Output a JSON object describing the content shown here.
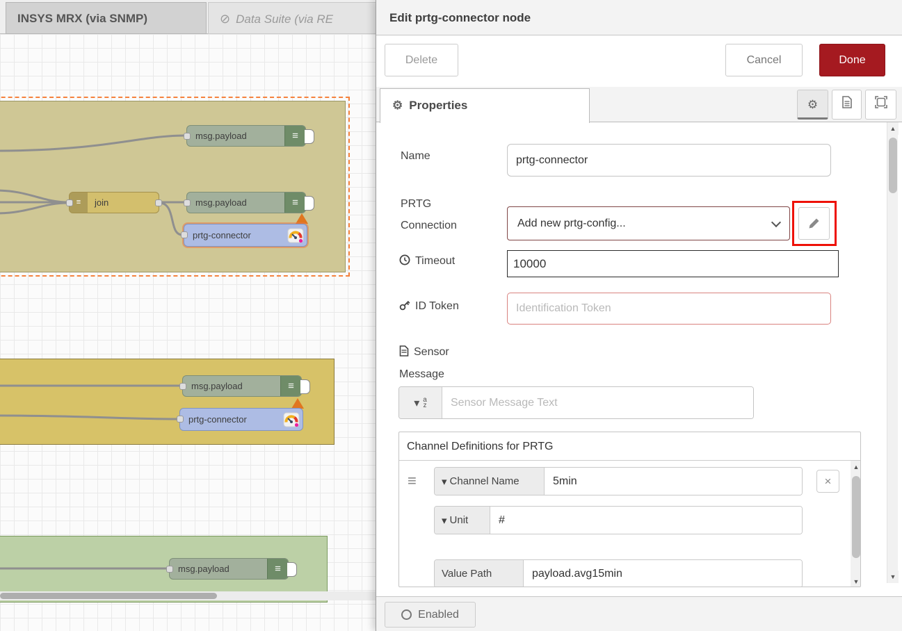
{
  "colors": {
    "done_red": "#a51a20",
    "annotation_red": "#ee1107",
    "group_olive": "#cfc795",
    "group_yellow": "#d7c268",
    "group_green": "#bcd0a6",
    "node_debug": "#a2b09c",
    "node_join": "#d3bf6d",
    "node_prtg": "#adbce4",
    "selection_dash": "#f5823d"
  },
  "workspace": {
    "tabs": [
      {
        "label": "INSYS MRX (via SNMP)"
      },
      {
        "label": "Data Suite (via RE",
        "icon": "ban-icon"
      }
    ],
    "node_labels": {
      "debug": "msg.payload",
      "join": "join",
      "prtg": "prtg-connector"
    }
  },
  "dialog": {
    "title": "Edit prtg-connector node",
    "delete_label": "Delete",
    "cancel_label": "Cancel",
    "done_label": "Done",
    "properties_tab": "Properties",
    "fields": {
      "name_label": "Name",
      "name_value": "prtg-connector",
      "connection_label_line1": "PRTG",
      "connection_label_line2": "Connection",
      "connection_value": "Add new prtg-config...",
      "timeout_label": "Timeout",
      "timeout_value": "10000",
      "id_token_label": "ID Token",
      "id_token_placeholder": "Identification Token",
      "sensor_label_line1": "Sensor",
      "sensor_label_line2": "Message",
      "sensor_placeholder": "Sensor Message Text"
    },
    "channels": {
      "header": "Channel Definitions for PRTG",
      "rows": [
        {
          "key": "Channel Name",
          "value": "5min"
        },
        {
          "key": "Unit",
          "value": "#"
        },
        {
          "key": "Value Path",
          "value": "payload.avg15min"
        }
      ]
    },
    "footer": {
      "enabled_label": "Enabled"
    }
  }
}
